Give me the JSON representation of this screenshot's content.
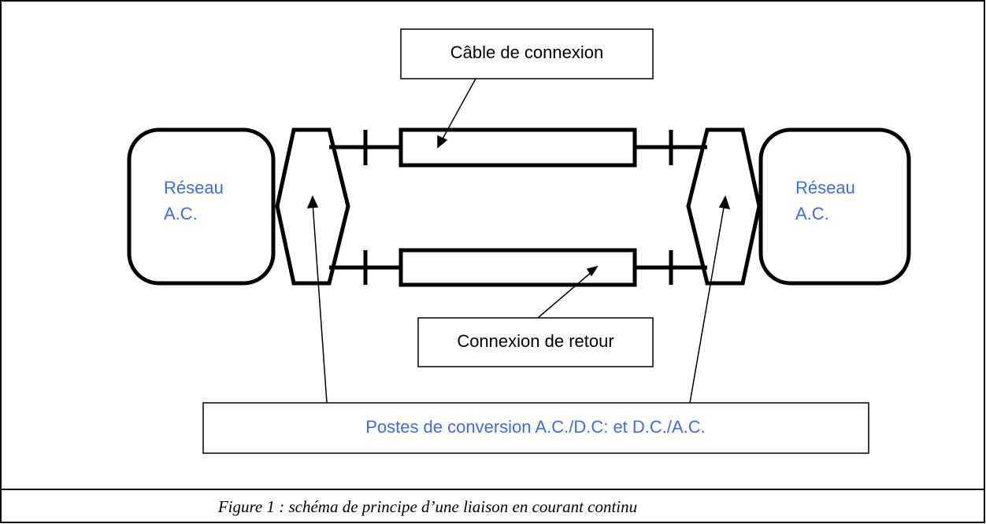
{
  "diagram": {
    "left_network": {
      "line1": "Réseau",
      "line2": "A.C."
    },
    "right_network": {
      "line1": "Réseau",
      "line2": "A.C."
    },
    "cable_label": "Câble de connexion",
    "return_label": "Connexion de retour",
    "stations_label": "Postes de conversion A.C./D.C: et D.C./A.C.",
    "colors": {
      "label_blue": "#3d6bf0",
      "line": "#000000"
    }
  },
  "caption": "Figure 1 : schéma de principe d’une liaison en courant continu"
}
